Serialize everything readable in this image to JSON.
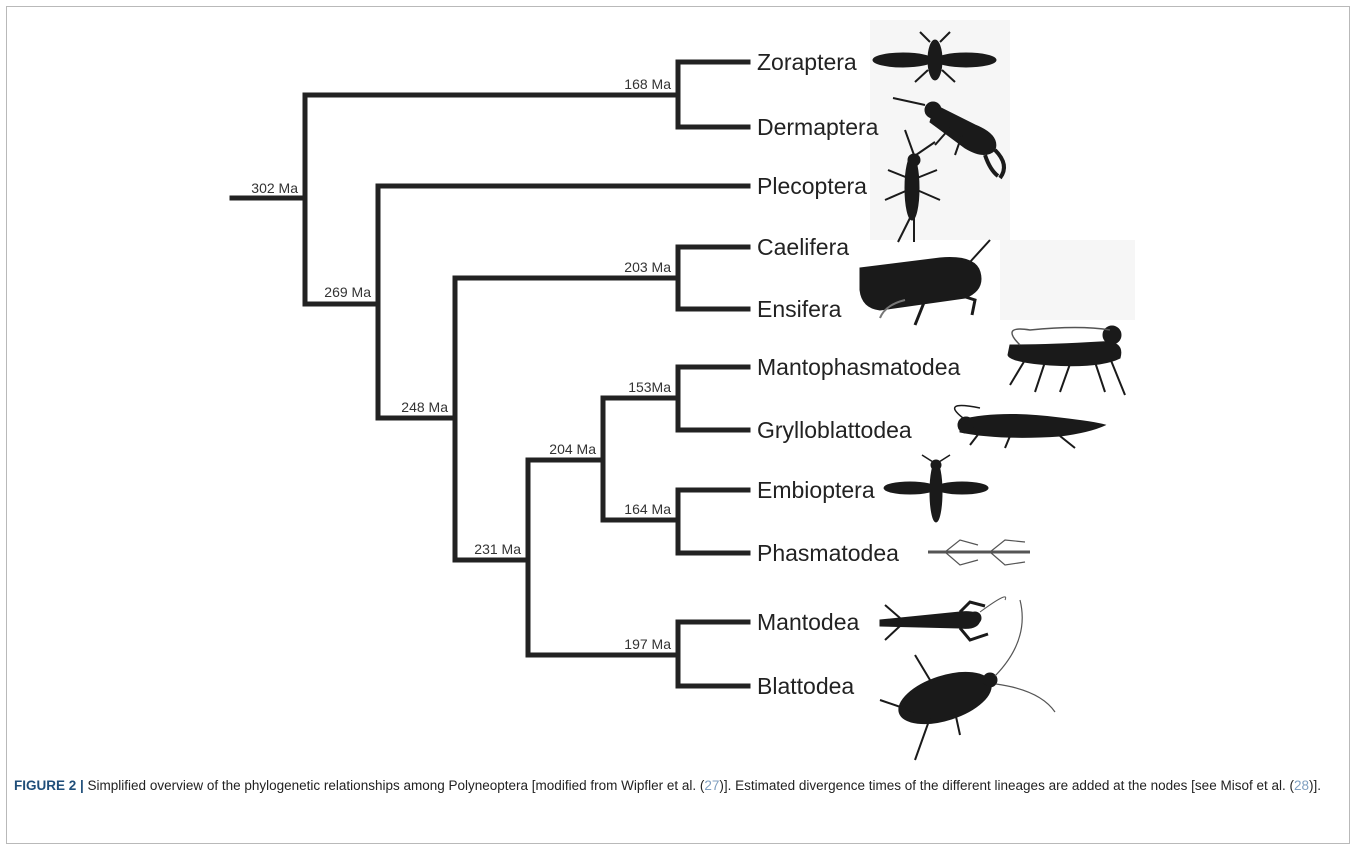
{
  "figure": {
    "nodes": {
      "root": "302 Ma",
      "n269": "269 Ma",
      "n248": "248 Ma",
      "n231": "231 Ma",
      "n204": "204 Ma",
      "n203": "203 Ma",
      "n197": "197 Ma",
      "n168": "168 Ma",
      "n164": "164 Ma",
      "n153": "153Ma"
    },
    "taxa": [
      "Zoraptera",
      "Dermaptera",
      "Plecoptera",
      "Caelifera",
      "Ensifera",
      "Mantophasmatodea",
      "Grylloblattodea",
      "Embioptera",
      "Phasmatodea",
      "Mantodea",
      "Blattodea"
    ],
    "silhouettes": [
      "zoraptera-silhouette",
      "dermaptera-silhouette",
      "plecoptera-silhouette",
      "grasshopper-silhouette",
      "mantophasmatodea-silhouette",
      "grylloblattodea-silhouette",
      "embioptera-silhouette",
      "phasmatodea-silhouette",
      "mantodea-silhouette",
      "blattodea-silhouette"
    ]
  },
  "caption": {
    "label": "FIGURE 2 |",
    "text_1": " Simplified overview of the phylogenetic relationships among Polyneoptera [modified from Wipfler et al. (",
    "ref_1": "27",
    "text_2": ")]. Estimated divergence times of the different lineages are added at the nodes [see Misof et al. (",
    "ref_2": "28",
    "text_3": ")]."
  }
}
